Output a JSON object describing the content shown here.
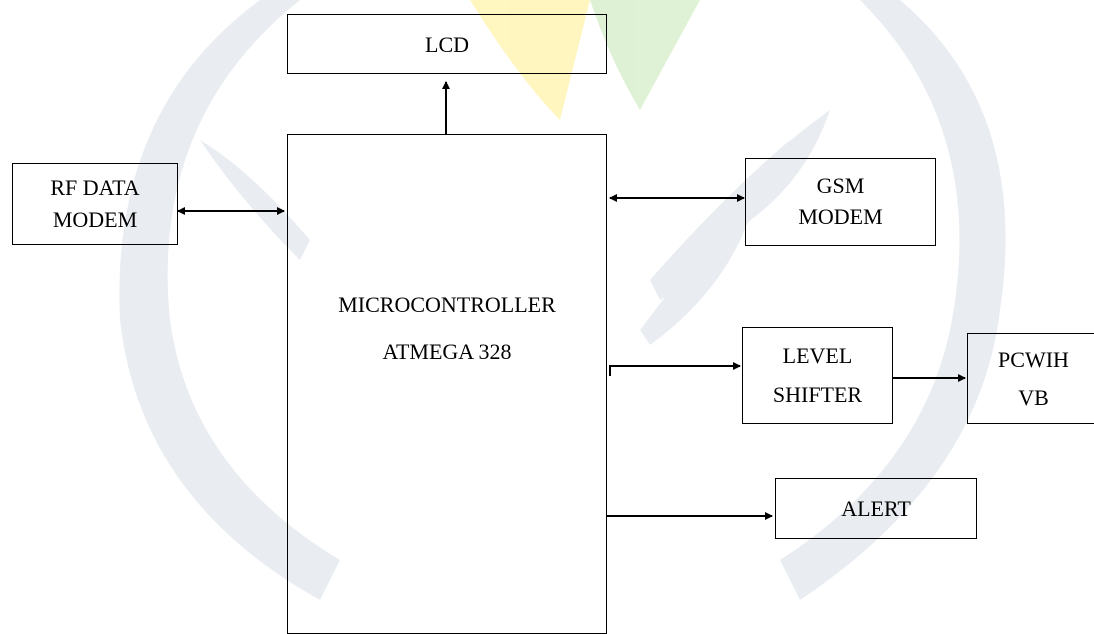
{
  "diagram": {
    "lcd": {
      "label": "LCD"
    },
    "rf_modem": {
      "line1": "RF DATA",
      "line2": "MODEM"
    },
    "microcontroller": {
      "line1": "MICROCONTROLLER",
      "line2": "ATMEGA 328"
    },
    "gsm_modem": {
      "line1": "GSM",
      "line2": "MODEM"
    },
    "level_shifter": {
      "line1": "LEVEL",
      "line2": "SHIFTER"
    },
    "pc": {
      "line1": "PCWIH",
      "line2": "VB"
    },
    "alert": {
      "label": "ALERT"
    }
  }
}
